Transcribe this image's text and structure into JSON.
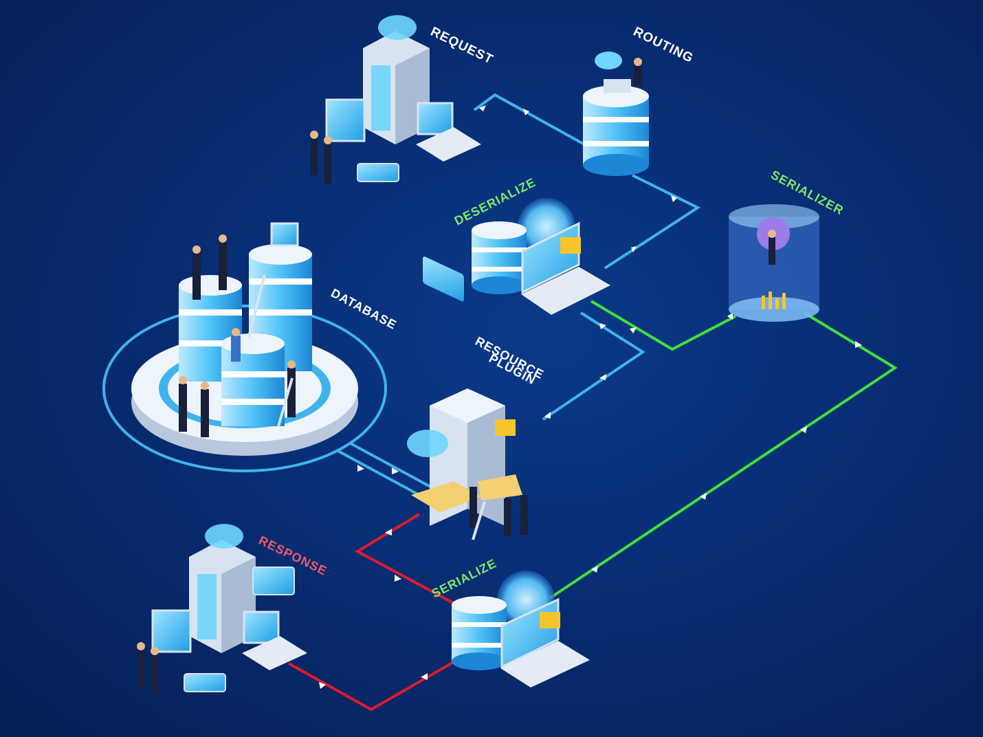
{
  "labels": {
    "request": "REQUEST",
    "routing": "ROUTING",
    "deserialize": "DESERIALIZE",
    "serializer": "SERIALIZER",
    "database": "DATABASE",
    "resource_line1": "RESOURCE",
    "resource_line2": "PLUGIN",
    "response": "RESPONSE",
    "serialize": "SERIALIZE"
  },
  "colors": {
    "background": "#072a6e",
    "blue_flow": "#3fb4ec",
    "green_flow": "#3ee23a",
    "red_flow": "#e01b2a",
    "label_white": "#ffffff",
    "label_green": "#7ee86a",
    "label_red": "#f05a6a",
    "node_glow": "#5fd2ff"
  }
}
